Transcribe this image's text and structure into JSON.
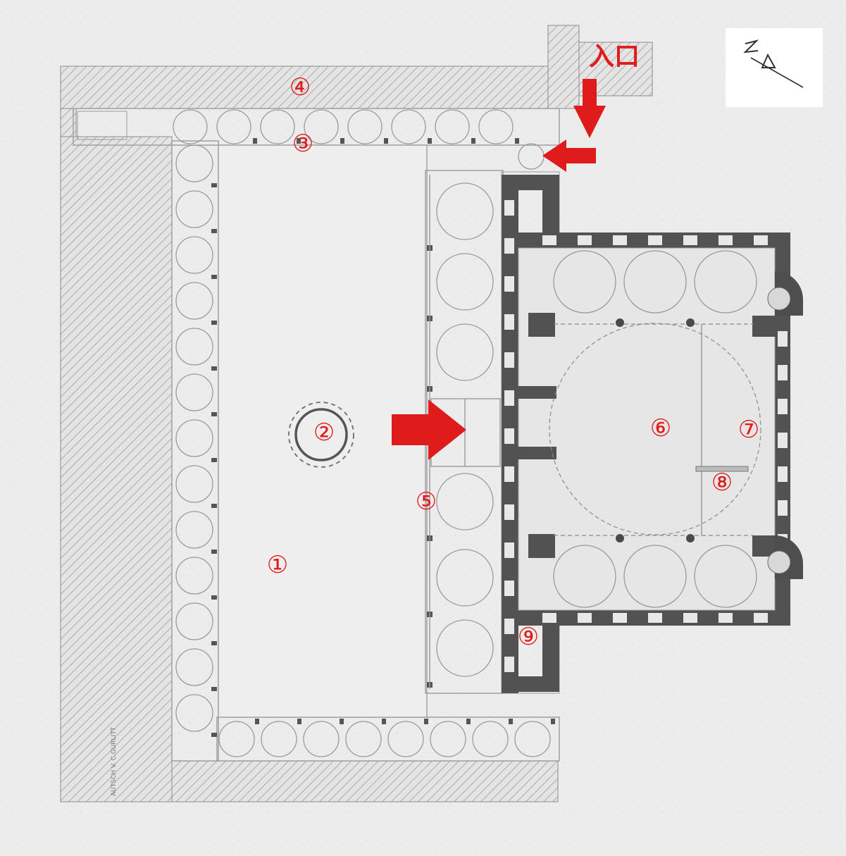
{
  "plan": {
    "entrance_label": "入口",
    "labels": [
      "①",
      "②",
      "③",
      "④",
      "⑤",
      "⑥",
      "⑦",
      "⑧",
      "⑨"
    ],
    "credit": "AUTSCH V. C.GURLITT"
  },
  "colors": {
    "annotation": "#e01b1b",
    "wall": "#4a4a4a",
    "line": "#9a9a9a",
    "paper": "#e9e9e9"
  },
  "icons": {
    "arrows": [
      "arrow-down-icon",
      "arrow-left-icon",
      "arrow-right-icon"
    ],
    "compass": "north-arrow-icon"
  }
}
